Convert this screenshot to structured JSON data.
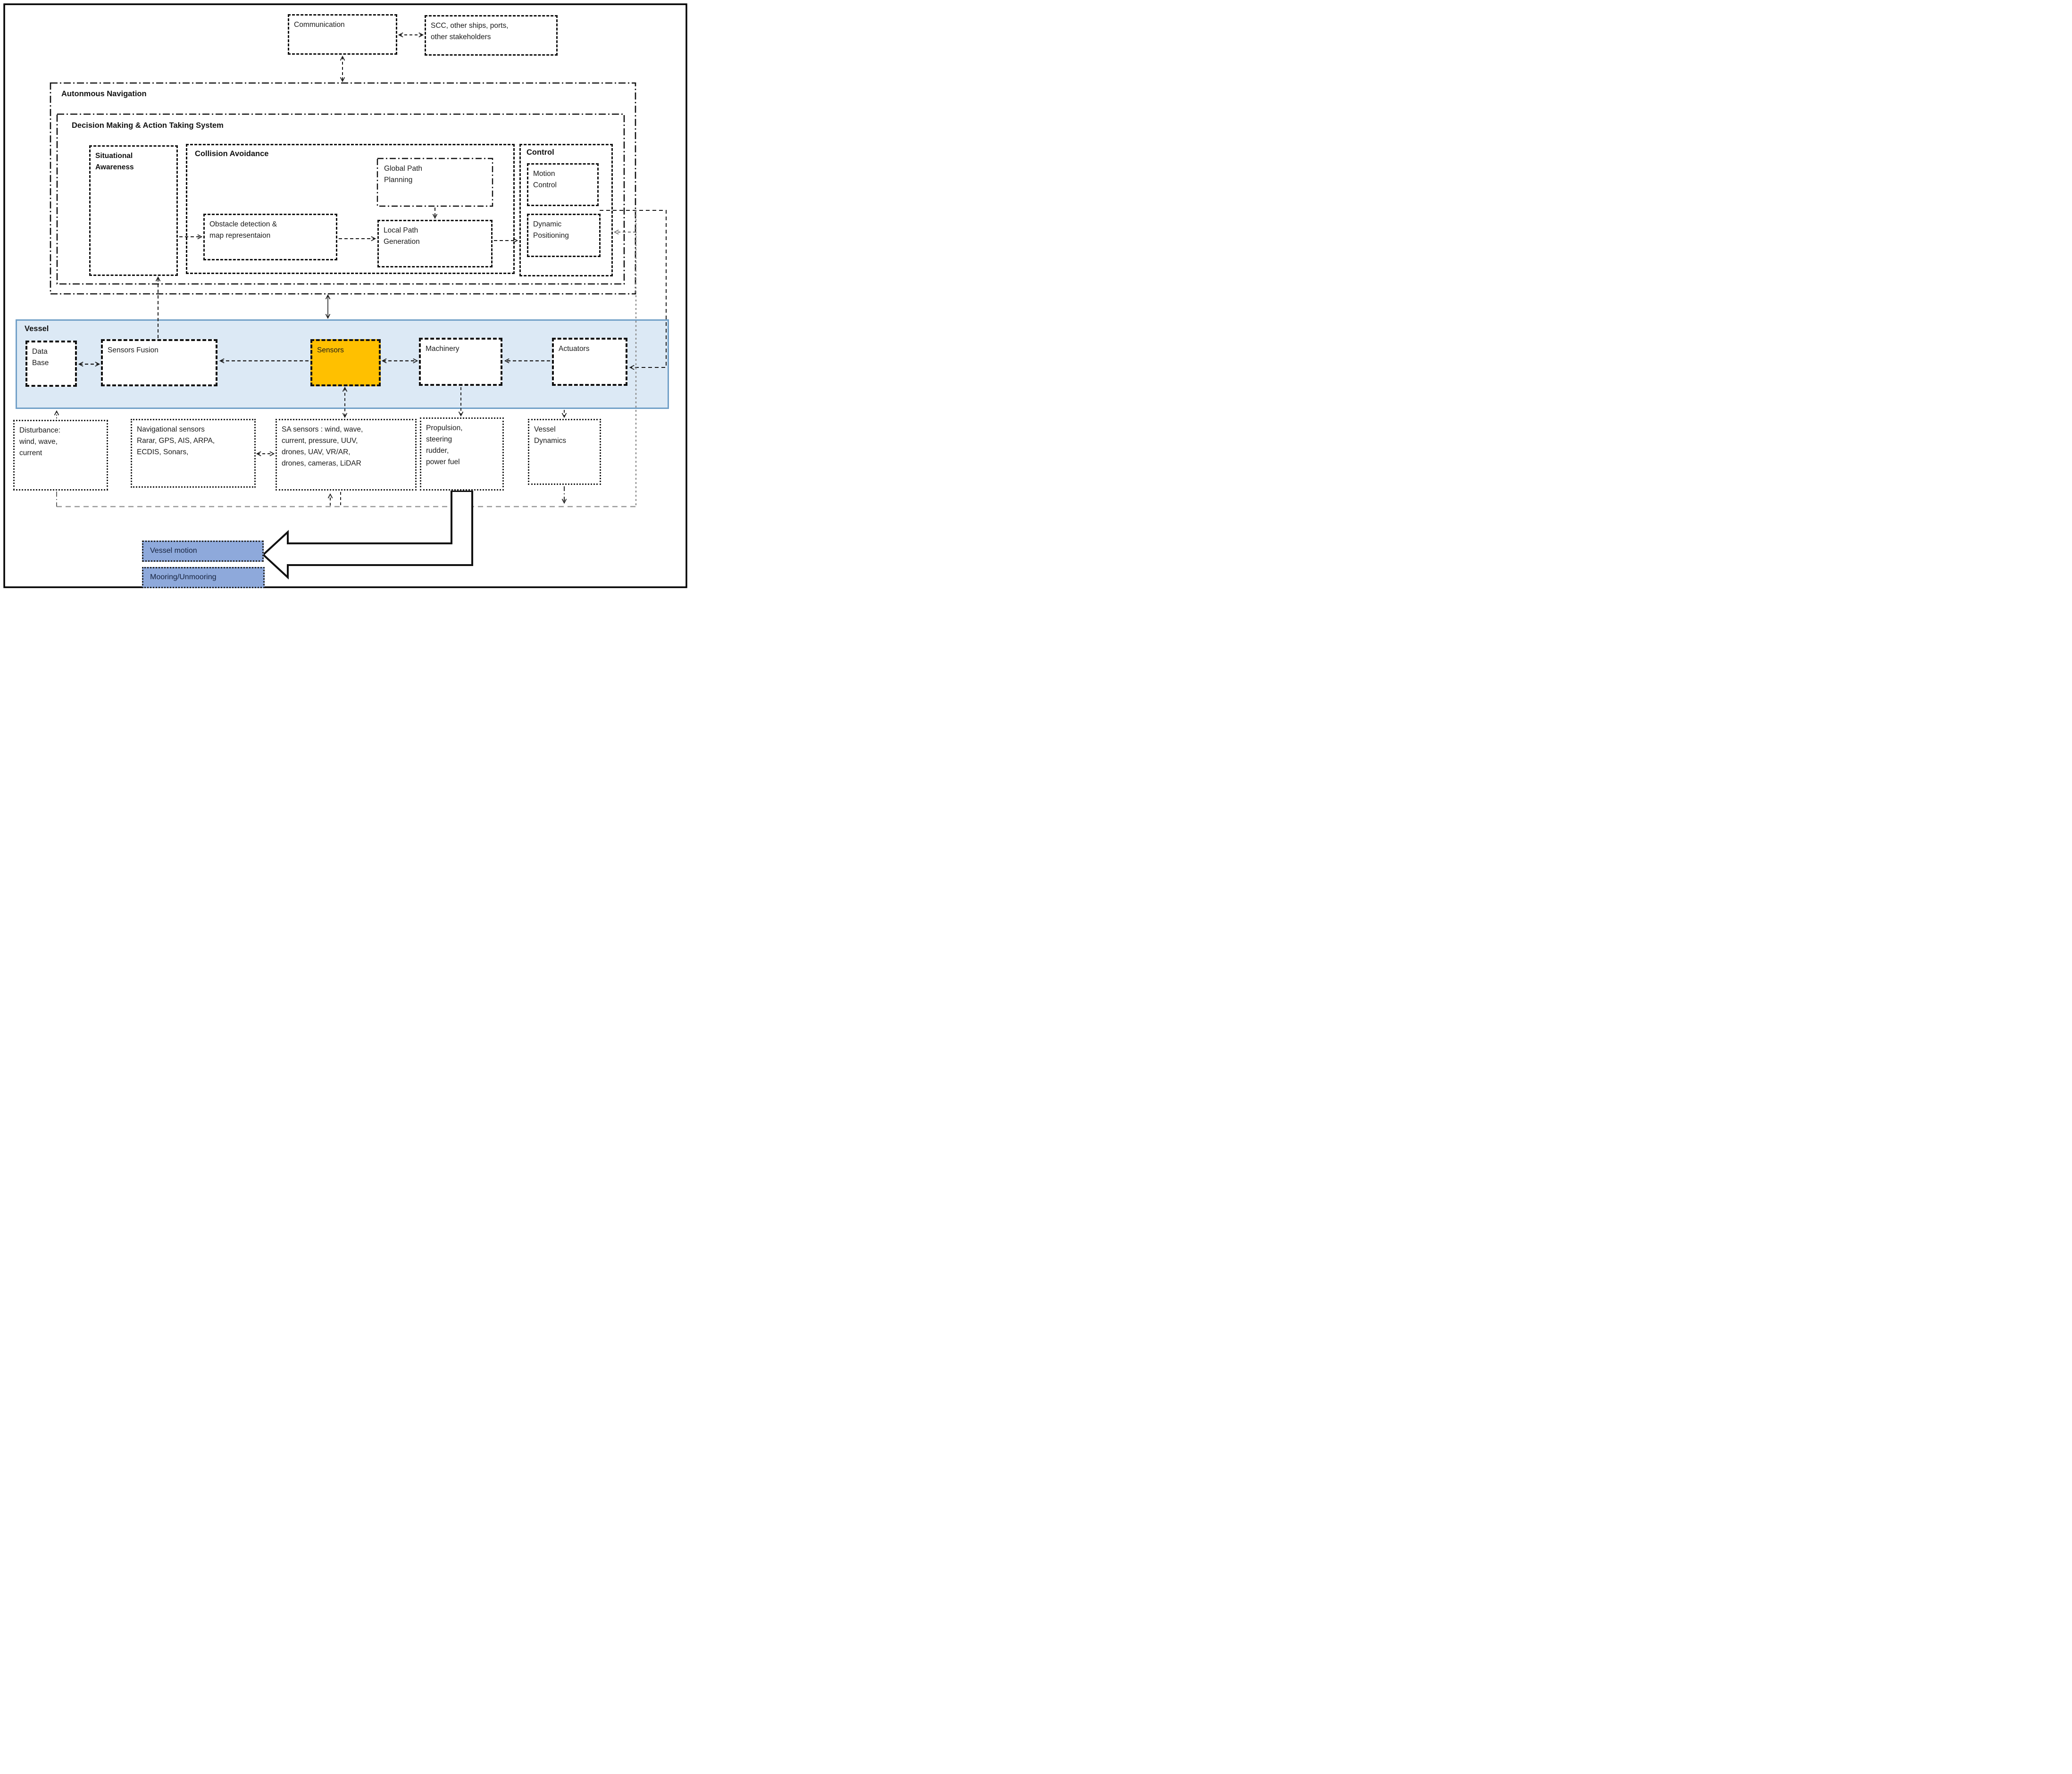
{
  "diagram_title": "Autonomous vessel navigation system block diagram",
  "nodes": {
    "communication": {
      "label": "Communication"
    },
    "scc": {
      "label": "SCC, other ships, ports,\nother stakeholders"
    },
    "autonomous_navigation": {
      "label": "Autonmous Navigation"
    },
    "decision_making": {
      "label": "Decision Making & Action Taking System"
    },
    "situational_awareness": {
      "label": "Situational\nAwareness"
    },
    "collision_avoidance": {
      "label": "Collision Avoidance"
    },
    "global_path_planning": {
      "label": "Global Path\nPlanning"
    },
    "obstacle_detection": {
      "label": "Obstacle detection &\nmap representaion"
    },
    "local_path_generation": {
      "label": "Local Path\nGeneration"
    },
    "control": {
      "label": "Control"
    },
    "motion_control": {
      "label": "Motion\nControl"
    },
    "dynamic_positioning": {
      "label": "Dynamic\nPositioning"
    },
    "vessel": {
      "label": "Vessel"
    },
    "database": {
      "label": "Data\nBase"
    },
    "sensors_fusion": {
      "label": "Sensors Fusion"
    },
    "sensors": {
      "label": "Sensors"
    },
    "machinery": {
      "label": "Machinery"
    },
    "actuators": {
      "label": "Actuators"
    },
    "disturbance": {
      "label": "Disturbance:\nwind, wave,\ncurrent"
    },
    "navigational_sensors": {
      "label": "Navigational sensors\nRarar, GPS, AIS, ARPA,\nECDIS, Sonars,"
    },
    "sa_sensors": {
      "label": "SA sensors : wind, wave,\ncurrent, pressure, UUV,\ndrones, UAV, VR/AR,\ndrones, cameras, LiDAR"
    },
    "propulsion": {
      "label": "Propulsion,\nsteering\nrudder,\npower fuel"
    },
    "vessel_dynamics": {
      "label": "Vessel\nDynamics"
    },
    "vessel_motion": {
      "label": "Vessel motion"
    },
    "mooring": {
      "label": "Mooring/Unmooring"
    }
  },
  "colors": {
    "sensors_fill": "#FFC000",
    "vessel_band_fill": "#DCE9F5",
    "vessel_band_border": "#71A0C8",
    "bottom_box_fill": "#8EA9DB",
    "line_black": "#1A1A1A",
    "line_gray": "#8C8C8C"
  }
}
